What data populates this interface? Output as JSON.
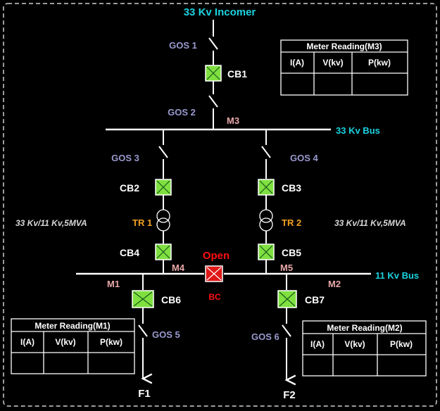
{
  "incomer": "33 Kv Incomer",
  "bus33": "33 Kv Bus",
  "bus11": "11 Kv Bus",
  "gos": [
    "GOS 1",
    "GOS 2",
    "GOS 3",
    "GOS 4",
    "GOS 5",
    "GOS 6"
  ],
  "cb": [
    "CB1",
    "CB2",
    "CB3",
    "CB4",
    "CB5",
    "CB6",
    "CB7"
  ],
  "meters_inline": [
    "M1",
    "M2",
    "M3",
    "M4",
    "M5"
  ],
  "transformers": {
    "tr1": "TR 1",
    "tr2": "TR 2",
    "rating_left": "33 Kv/11 Kv,5MVA",
    "rating_right": "33 Kv/11 Kv,5MVA"
  },
  "bus_coupler": {
    "status": "Open",
    "label": "BC",
    "color": "#ff1010"
  },
  "feeders": [
    "F1",
    "F2"
  ],
  "meter_tables": [
    {
      "title": "Meter Reading(M3)",
      "headers": [
        "I(A)",
        "V(kv)",
        "P(kw)"
      ]
    },
    {
      "title": "Meter Reading(M1)",
      "headers": [
        "I(A)",
        "V(kv)",
        "P(kw)"
      ]
    },
    {
      "title": "Meter Reading(M2)",
      "headers": [
        "I(A)",
        "V(kv)",
        "P(kw)"
      ]
    }
  ],
  "colors": {
    "labels_cyan": "#19d3e0",
    "breaker_closed": "#7fe040",
    "breaker_open": "#ff1010"
  }
}
